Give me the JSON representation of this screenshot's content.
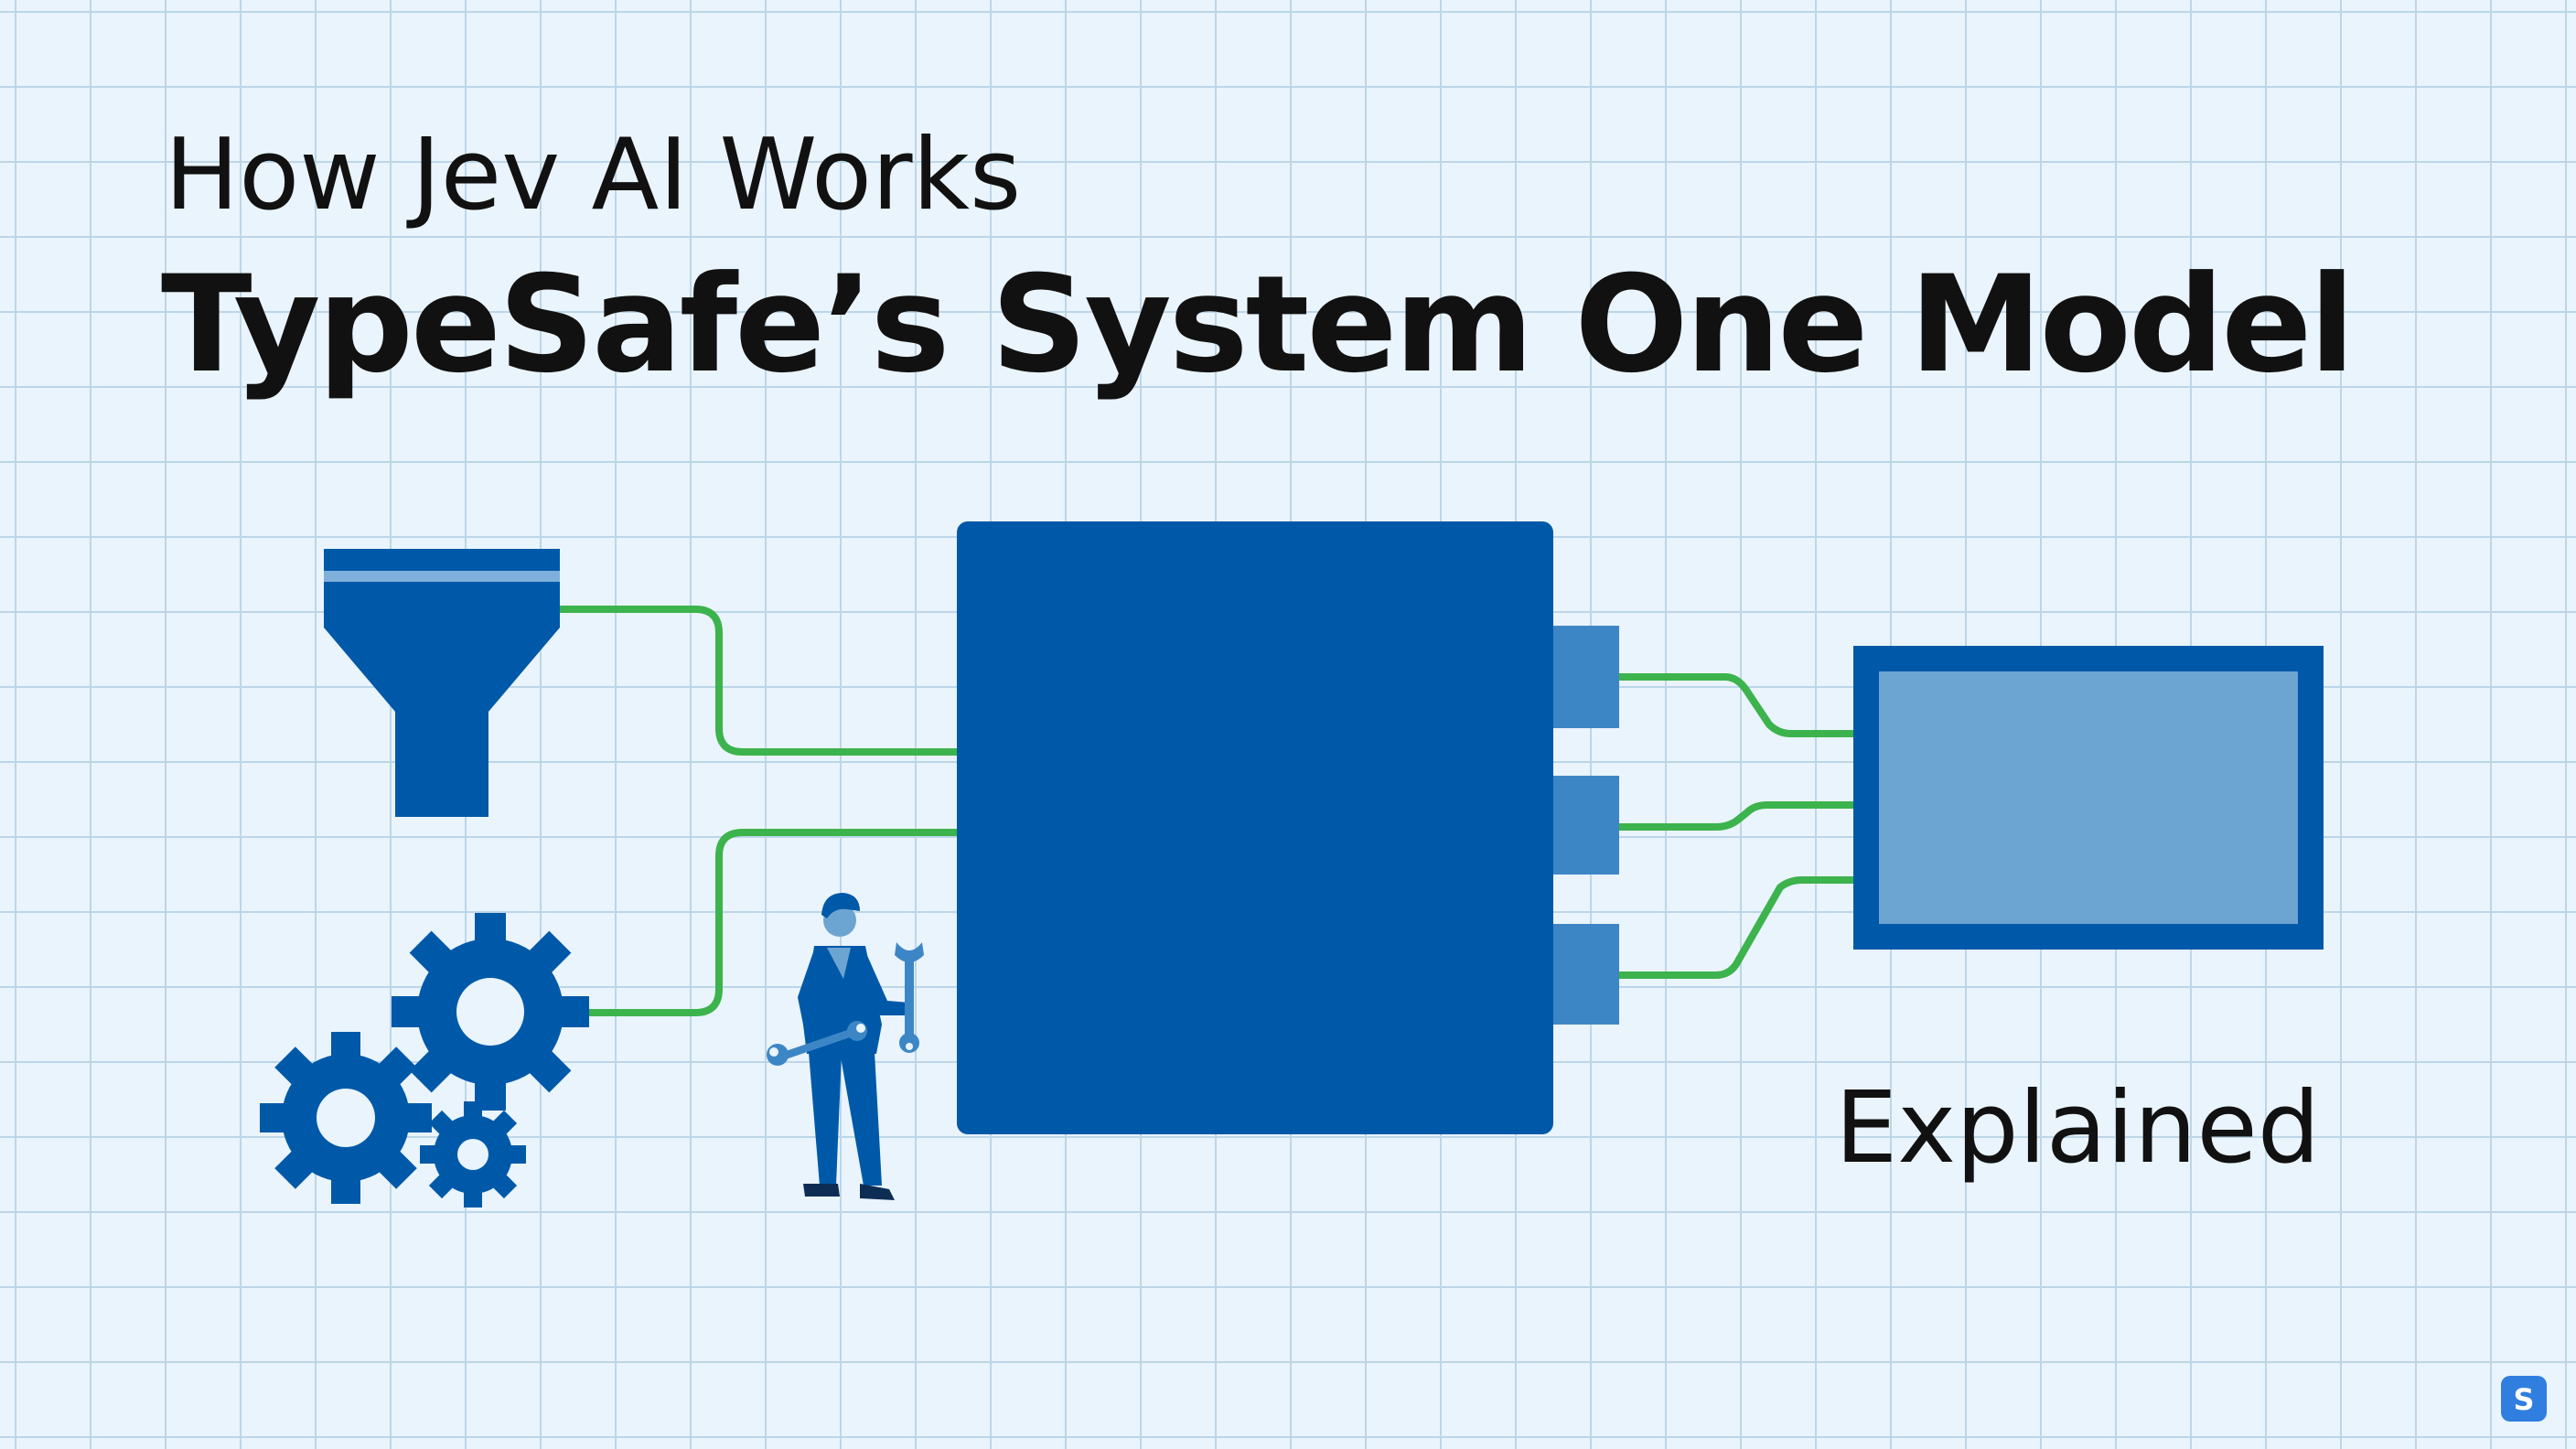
{
  "heading": {
    "subtitle": "How Jev AI Works",
    "title": "TypeSafe’s System One Model"
  },
  "footer_label": "Explained",
  "logo": {
    "glyph": "S",
    "name": "typesafe-logo"
  },
  "colors": {
    "background": "#eaf4fc",
    "grid_line": "#bcd6e8",
    "primary_blue": "#0059a8",
    "port_blue": "#3d86c6",
    "screen_fill": "#6ca4d2",
    "connector_green": "#3cb34c",
    "text": "#111111"
  },
  "icons": [
    "funnel-icon",
    "gears-icon",
    "engineer-with-wrenches-icon",
    "central-processor-block",
    "output-ports",
    "output-display"
  ]
}
